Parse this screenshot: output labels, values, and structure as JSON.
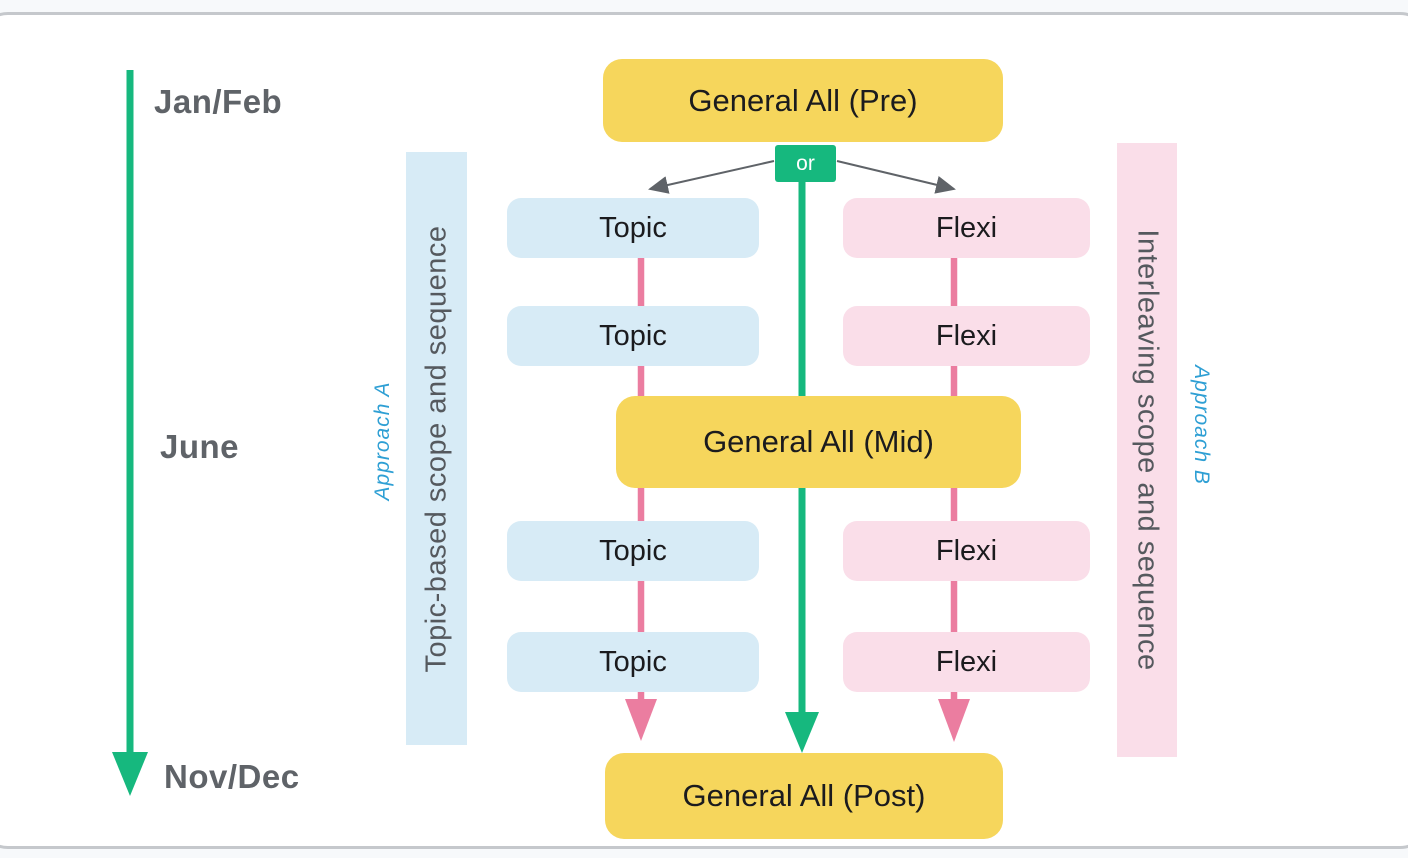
{
  "timeline": {
    "start_label": "Jan/Feb",
    "mid_label": "June",
    "end_label": "Nov/Dec"
  },
  "flow": {
    "pre_label": "General All (Pre)",
    "or_label": "or",
    "mid_label": "General All (Mid)",
    "post_label": "General All (Post)"
  },
  "approach_a": {
    "label": "Approach A",
    "band_label": "Topic-based scope and sequence",
    "boxes": [
      "Topic",
      "Topic",
      "Topic",
      "Topic"
    ]
  },
  "approach_b": {
    "label": "Approach B",
    "band_label": "Interleaving scope and sequence",
    "boxes": [
      "Flexi",
      "Flexi",
      "Flexi",
      "Flexi"
    ]
  },
  "colors": {
    "timeline_green": "#16b87e",
    "pink_connector": "#eb7da0",
    "gray_connector": "#5f6368",
    "gray_text": "#5f6368",
    "approach_label_blue": "#2e9fd4",
    "yellow_box": "#f6d65c",
    "blue_box": "#d7ebf6",
    "pink_box": "#fadee9",
    "frame_border": "#c5c8cc",
    "box_text": "#1b1b1e"
  }
}
